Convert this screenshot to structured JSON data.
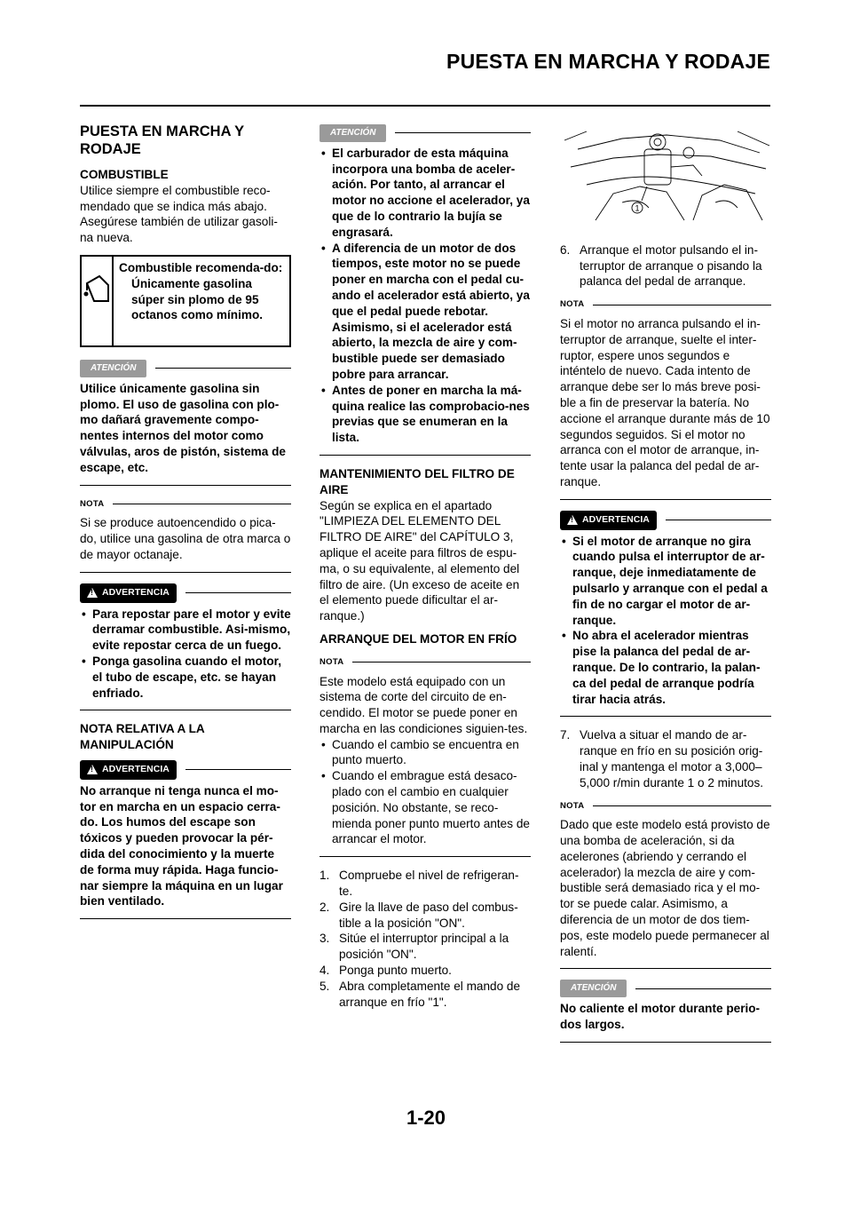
{
  "header": {
    "title": "PUESTA EN MARCHA Y RODAJE"
  },
  "labels": {
    "atencion": "ATENCIÓN",
    "advertencia": "ADVERTENCIA",
    "nota": "NOTA"
  },
  "col1": {
    "heading": "PUESTA EN MARCHA Y RODAJE",
    "combustible_title": "COMBUSTIBLE",
    "combustible_text": "Utilice siempre el combustible reco-mendado que se indica más abajo. Asegúrese también de utilizar gasoli-na nueva.",
    "fuel_box": {
      "title": "Combustible recomenda-do:",
      "value": "Únicamente gasolina súper sin plomo de 95 octanos como mínimo."
    },
    "atencion_text": "Utilice únicamente gasolina sin plomo. El uso de gasolina con plo-mo dañará gravemente compo-nentes internos del motor como válvulas, aros de pistón, sistema de escape, etc.",
    "nota_text": "Si se produce autoencendido o pica-do, utilice una gasolina de otra marca o de mayor octanaje.",
    "advertencia_items": [
      "Para repostar pare el motor y evite derramar combustible. Asi-mismo, evite repostar cerca de un fuego.",
      "Ponga gasolina cuando el motor, el tubo de escape, etc. se hayan enfriado."
    ],
    "manip_title": "NOTA RELATIVA A LA MANIPULACIÓN",
    "advertencia2_text": "No arranque ni tenga nunca el mo-tor en marcha en un espacio cerra-do. Los humos del escape son tóxicos y pueden provocar la pér-dida del conocimiento y la muerte de forma muy rápida. Haga funcio-nar siempre la máquina en un lugar bien ventilado."
  },
  "col2": {
    "atencion_items": [
      "El carburador de esta máquina incorpora una bomba de aceler-ación. Por tanto, al arrancar el motor no accione el acelerador, ya que de lo contrario la bujía se engrasará.",
      "A diferencia de un motor de dos tiempos, este motor no se puede poner en marcha con el pedal cu-ando el acelerador está abierto, ya que el pedal puede rebotar. Asimismo, si el acelerador está abierto, la mezcla de aire y com-bustible puede ser demasiado pobre para arrancar.",
      "Antes de poner en marcha la má-quina realice las comprobacio-nes previas que se enumeran en la lista."
    ],
    "filtro_title": "MANTENIMIENTO DEL FILTRO DE AIRE",
    "filtro_text": "Según se explica en el apartado \"LIMPIEZA DEL ELEMENTO DEL FILTRO DE AIRE\" del CAPÍTULO 3, aplique el aceite para filtros de espu-ma, o su equivalente, al elemento del filtro de aire. (Un exceso de aceite en el elemento puede dificultar el ar-ranque.)",
    "frio_title": "ARRANQUE DEL MOTOR EN FRÍO",
    "nota_text": "Este modelo está equipado con un sistema de corte del circuito de en-cendido. El motor se puede poner en marcha en las condiciones siguien-tes.",
    "nota_items": [
      "Cuando el cambio se encuentra en punto muerto.",
      "Cuando el embrague está desaco-plado con el cambio en cualquier posición. No obstante, se reco-mienda poner punto muerto antes de arrancar el motor."
    ],
    "steps": [
      {
        "n": "1.",
        "t": "Compruebe el nivel de refrigeran-te."
      },
      {
        "n": "2.",
        "t": "Gire la llave de paso del combus-tible a la posición \"ON\"."
      },
      {
        "n": "3.",
        "t": "Sitúe el interruptor principal a la posición \"ON\"."
      },
      {
        "n": "4.",
        "t": "Ponga punto muerto."
      },
      {
        "n": "5.",
        "t": "Abra completamente el mando de arranque en frío \"1\"."
      }
    ]
  },
  "col3": {
    "diagram_callout": "1",
    "step6": {
      "n": "6.",
      "t": "Arranque el motor pulsando el in-terruptor de arranque o pisando la palanca del pedal de arranque."
    },
    "nota1_text": "Si el motor no arranca pulsando el in-terruptor de arranque, suelte el inter-ruptor, espere unos segundos e inténtelo de nuevo. Cada intento de arranque debe ser lo más breve posi-ble a fin de preservar la batería. No accione el arranque durante más de 10 segundos seguidos. Si el motor no arranca con el motor de arranque, in-tente usar la palanca del pedal de ar-ranque.",
    "advertencia_items": [
      "Si el motor de arranque no gira cuando pulsa el interruptor de ar-ranque, deje inmediatamente de pulsarlo y arranque con el pedal a fin de no cargar el motor de ar-ranque.",
      "No abra el acelerador mientras pise la palanca del pedal de ar-ranque. De lo contrario, la palan-ca del pedal de arranque podría tirar hacia atrás."
    ],
    "step7": {
      "n": "7.",
      "t": "Vuelva a situar el mando de ar-ranque en frío en su posición orig-inal y mantenga el motor a 3,000–5,000 r/min durante 1 o 2 minutos."
    },
    "nota2_text": "Dado que este modelo está provisto de una bomba de aceleración, si da acelerones (abriendo y cerrando el acelerador) la mezcla de aire y com-bustible será demasiado rica y el mo-tor se puede calar. Asimismo, a diferencia de un motor de dos tiem-pos, este modelo puede permanecer al ralentí.",
    "atencion_text": "No caliente el motor durante perio-dos largos."
  },
  "footer": {
    "page_number": "1-20"
  }
}
